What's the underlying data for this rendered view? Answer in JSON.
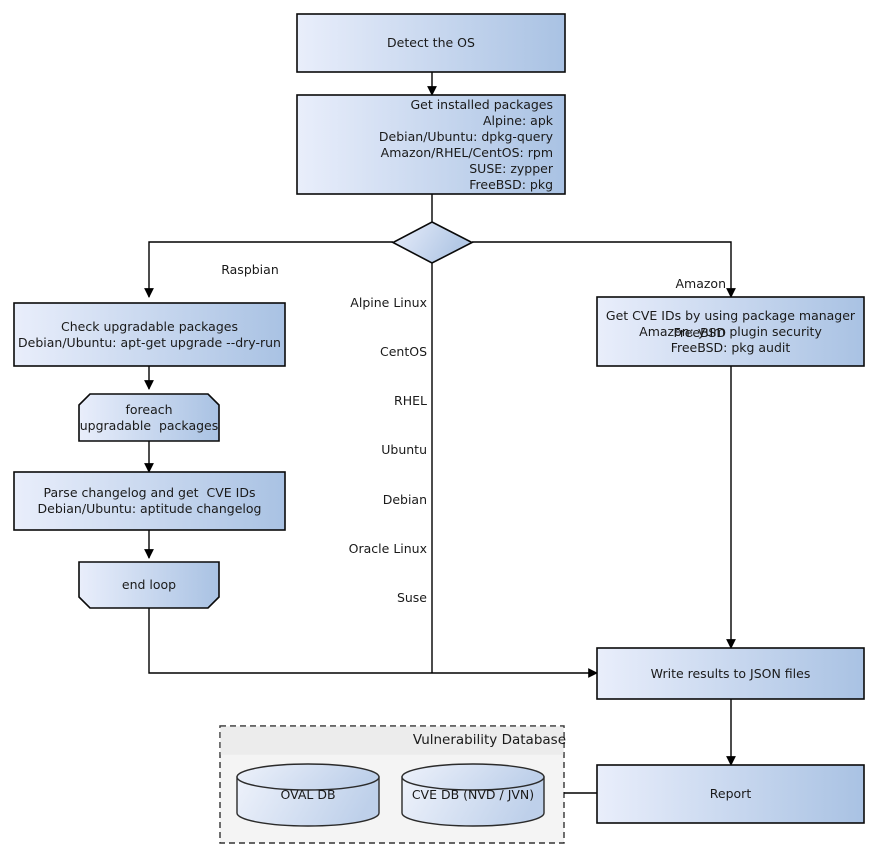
{
  "diagram": {
    "title": "Vulnerability scanning workflow",
    "colors": {
      "node_fill_light": "#e8eefa",
      "node_fill_dark": "#a9c2e3",
      "node_stroke": "#0a0a0a",
      "group_fill": "#f4f4f4",
      "group_header_fill": "#ececec",
      "group_stroke": "#333333",
      "edge_stroke": "#000000",
      "text": "#1a1a1a"
    }
  },
  "nodes": {
    "detect_os": {
      "label": "Detect the OS"
    },
    "get_installed_packages": {
      "lines": [
        "Get installed packages",
        "Alpine: apk",
        "Debian/Ubuntu: dpkg-query",
        "Amazon/RHEL/CentOS: rpm",
        "SUSE: zypper",
        "FreeBSD: pkg"
      ]
    },
    "decision": {
      "label": ""
    },
    "check_upgradable": {
      "lines": [
        "Check upgradable packages",
        "Debian/Ubuntu: apt-get upgrade --dry-run"
      ]
    },
    "foreach_loop": {
      "lines": [
        "foreach",
        "upgradable  packages"
      ]
    },
    "parse_changelog": {
      "lines": [
        "Parse changelog and get  CVE IDs",
        "Debian/Ubuntu: aptitude changelog"
      ]
    },
    "end_loop": {
      "label": "end loop"
    },
    "get_cve_ids": {
      "lines": [
        "Get CVE IDs by using package manager",
        "Amazon: yum plugin security",
        "FreeBSD: pkg audit"
      ]
    },
    "write_results": {
      "label": "Write results to JSON files"
    },
    "report": {
      "label": "Report"
    }
  },
  "edge_labels": {
    "raspbian": "Raspbian",
    "middle_distros": [
      "Alpine Linux",
      "CentOS",
      "RHEL",
      "Ubuntu",
      "Debian",
      "Oracle Linux",
      "Suse"
    ],
    "right_distros": [
      "Amazon",
      "FreeBSD"
    ]
  },
  "group": {
    "title": "Vulnerability Database",
    "databases": [
      {
        "label": "OVAL DB"
      },
      {
        "label": "CVE DB (NVD / JVN)"
      }
    ]
  }
}
